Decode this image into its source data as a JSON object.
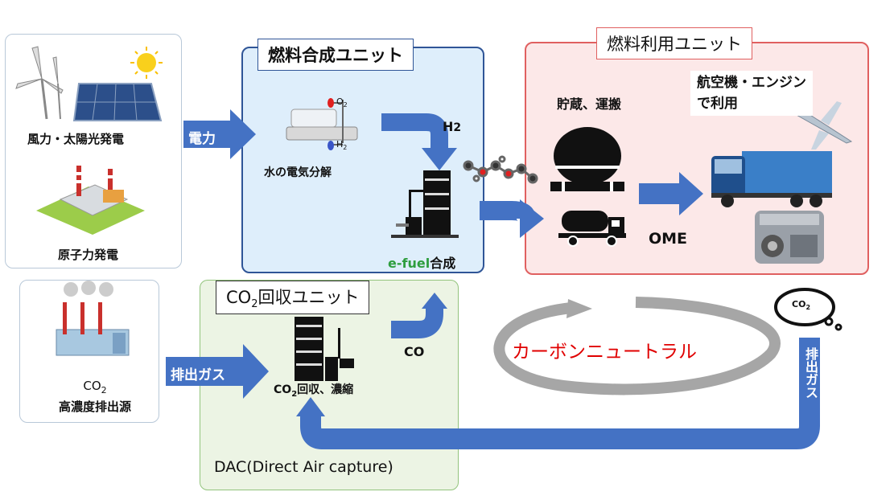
{
  "sources": {
    "renewable_label": "風力・太陽光発電",
    "nuclear_label": "原子力発電",
    "co2_source_line1": "CO",
    "co2_source_sub": "2",
    "co2_source_line2": "高濃度排出源"
  },
  "fuel_synthesis_unit": {
    "title": "燃料合成ユニット",
    "electricity_label": "電力",
    "electrolysis_label": "水の電気分解",
    "o2_label": "O",
    "o2_sub": "2",
    "h2_tank_label": "H",
    "h2_tank_sub": "2",
    "h2_label": "H",
    "h2_sub": "2",
    "efuel_highlight": "e-fuel",
    "efuel_suffix": "合成"
  },
  "fuel_use_unit": {
    "title": "燃料利用ユニット",
    "storage_label": "貯蔵、運搬",
    "usage_line1": "航空機・エンジン",
    "usage_line2": "で利用",
    "ome_label": "OME"
  },
  "co2_capture_unit": {
    "title_prefix": "CO",
    "title_sub": "2",
    "title_suffix": "回収ユニット",
    "exhaust_label": "排出ガス",
    "capture_prefix": "CO",
    "capture_sub": "2",
    "capture_suffix": "回収、濃縮",
    "co_label": "CO",
    "dac_label": "DAC(Direct Air capture)"
  },
  "cycle": {
    "carbon_neutral_label": "カーボンニュートラル",
    "exhaust_vertical_label": "排出ガス",
    "cloud_label": "CO",
    "cloud_sub": "2"
  },
  "colors": {
    "arrow_blue": "#4472c4",
    "synthesis_bg": "#deeefb",
    "synthesis_border": "#2f5597",
    "use_bg": "#fce8e8",
    "use_border": "#e06060",
    "capture_bg": "#ecf4e4",
    "capture_border": "#93c47d",
    "efuel_green": "#2e9e3e",
    "neutral_red": "#e00000"
  }
}
